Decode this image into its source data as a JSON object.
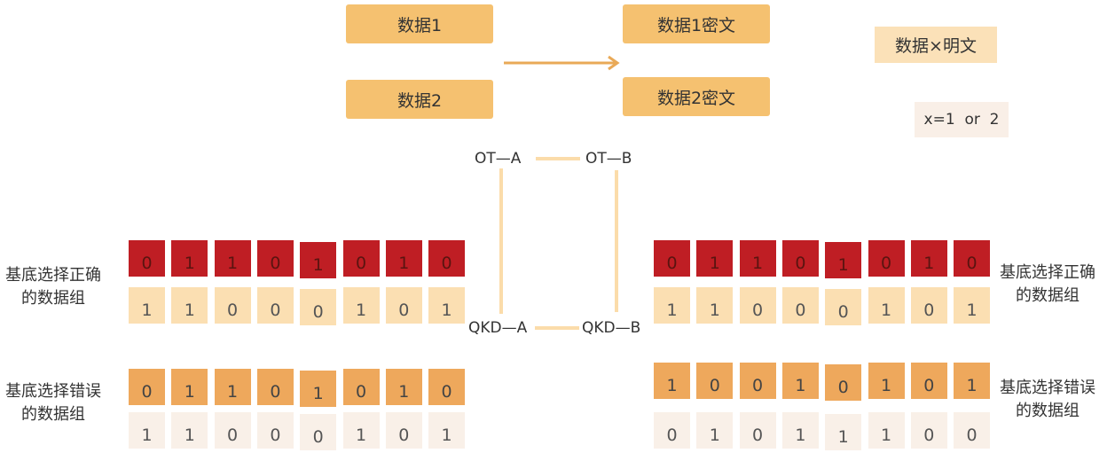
{
  "top": {
    "data1": "数据1",
    "data2": "数据2",
    "cipher1": "数据1密文",
    "cipher2": "数据2密文",
    "legend": "数据×明文",
    "note": "x=1  or  2",
    "arrow_color": "#e9a957"
  },
  "nodes": {
    "ot_a": "OT—A",
    "ot_b": "OT—B",
    "qkd_a": "QKD—A",
    "qkd_b": "QKD—B"
  },
  "labels": {
    "correct_line1": "基底选择正确",
    "correct_line2": "的数据组",
    "wrong_line1": "基底选择错误",
    "wrong_line2": "的数据组"
  },
  "groups": {
    "left": {
      "correct_red": [
        "0",
        "1",
        "1",
        "0",
        "1",
        "0",
        "1",
        "0"
      ],
      "correct_light": [
        "1",
        "1",
        "0",
        "0",
        "0",
        "1",
        "0",
        "1"
      ],
      "wrong_orange": [
        "0",
        "1",
        "1",
        "0",
        "1",
        "0",
        "1",
        "0"
      ],
      "wrong_pale": [
        "1",
        "1",
        "0",
        "0",
        "0",
        "1",
        "0",
        "1"
      ]
    },
    "right": {
      "correct_red": [
        "0",
        "1",
        "1",
        "0",
        "1",
        "0",
        "1",
        "0"
      ],
      "correct_light": [
        "1",
        "1",
        "0",
        "0",
        "0",
        "1",
        "0",
        "1"
      ],
      "wrong_orange": [
        "1",
        "0",
        "0",
        "1",
        "0",
        "1",
        "0",
        "1"
      ],
      "wrong_pale": [
        "0",
        "1",
        "0",
        "1",
        "1",
        "1",
        "0",
        "0"
      ]
    }
  },
  "colors": {
    "red": "#bf1e24",
    "light": "#fbdfb2",
    "orange": "#eea85c",
    "pale": "#f9f0e8"
  }
}
